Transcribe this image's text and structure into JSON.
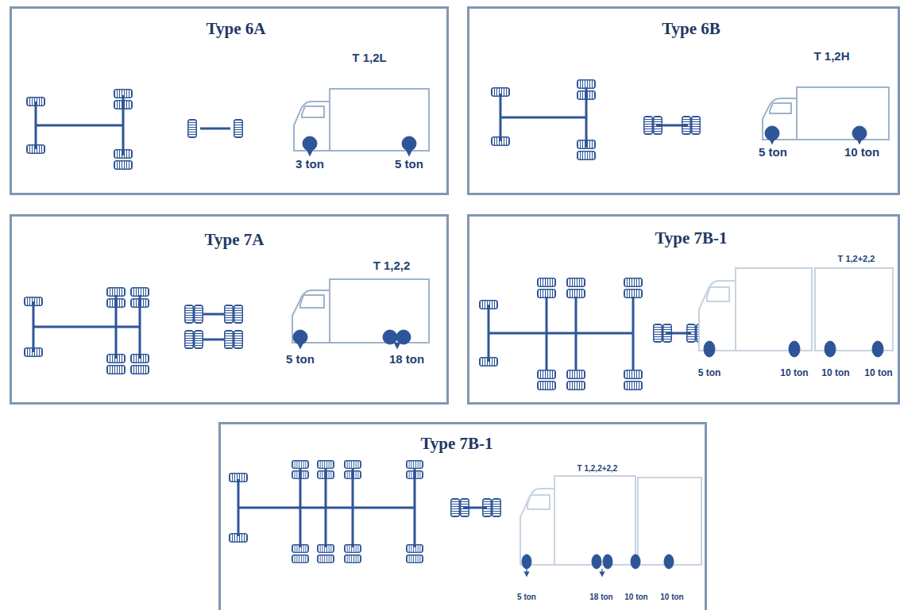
{
  "diagram": {
    "nodes": [
      {
        "text": [
          "Type 6A",
          "T 1,2L",
          "3 ton",
          "5 ton"
        ]
      },
      {
        "text": [
          "Type 6B",
          "T 1,2H",
          "5 ton",
          "10 ton"
        ]
      },
      {
        "text": [
          "Type 7A",
          "T 1,2,2",
          "5 ton",
          "18 ton"
        ]
      },
      {
        "text": [
          "Type 7B-1",
          "T 1,2+2,2",
          "5 ton",
          "10 ton",
          "10 ton",
          "10 ton"
        ]
      },
      {
        "text": [
          "Type 7B-1",
          "T 1,2,2+2,2",
          "5 ton",
          "18 ton",
          "10 ton",
          "10 ton"
        ]
      }
    ]
  }
}
